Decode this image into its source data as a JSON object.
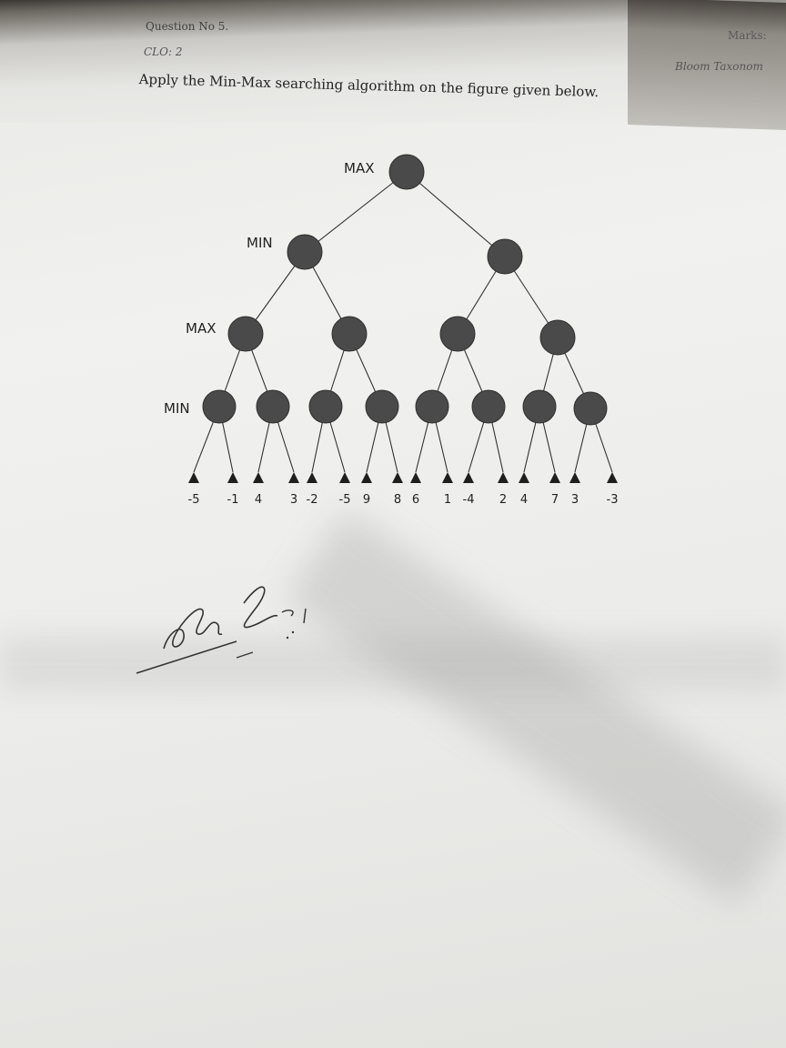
{
  "header": {
    "question": "Question No 5.",
    "clo": "CLO: 2",
    "marks": "Marks:",
    "bloom": "Bloom Taxonom"
  },
  "instruction": "Apply the Min-Max searching algorithm on the figure given below.",
  "tree": {
    "level_labels": [
      "MAX",
      "MIN",
      "MAX",
      "MIN"
    ],
    "leaf_values": [
      "-5",
      "-1",
      "4",
      "3",
      "-2",
      "-5",
      "9",
      "8",
      "6",
      "1",
      "-4",
      "2",
      "4",
      "7",
      "3",
      "-3"
    ],
    "node_color": "#4a4a4a",
    "line_color": "#333333"
  },
  "signature": "signature"
}
